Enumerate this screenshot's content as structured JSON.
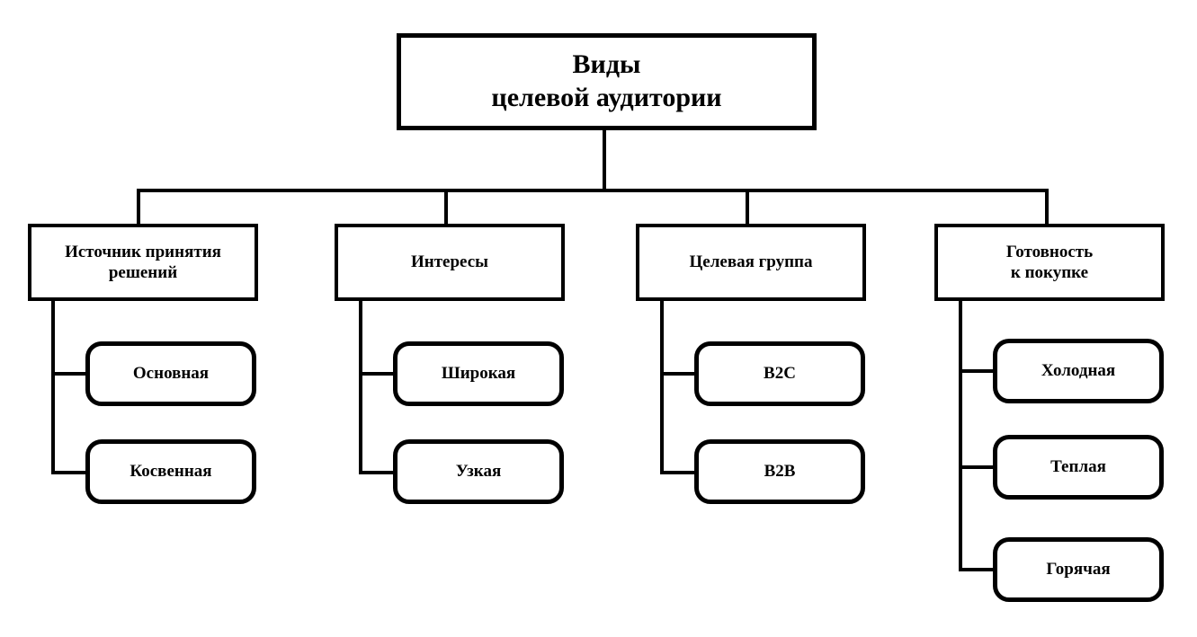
{
  "diagram": {
    "title_node": {
      "label": "Виды\nцелевой аудитории"
    },
    "branches": [
      {
        "label": "Источник принятия\nрешений",
        "children": [
          {
            "label": "Основная"
          },
          {
            "label": "Косвенная"
          }
        ]
      },
      {
        "label": "Интересы",
        "children": [
          {
            "label": "Широкая"
          },
          {
            "label": "Узкая"
          }
        ]
      },
      {
        "label": "Целевая группа",
        "children": [
          {
            "label": "B2C"
          },
          {
            "label": "B2B"
          }
        ]
      },
      {
        "label": "Готовность\nк покупке",
        "children": [
          {
            "label": "Холодная"
          },
          {
            "label": "Теплая"
          },
          {
            "label": "Горячая"
          }
        ]
      }
    ],
    "colors": {
      "stroke": "#000000",
      "fill": "#ffffff",
      "text": "#000000"
    }
  }
}
